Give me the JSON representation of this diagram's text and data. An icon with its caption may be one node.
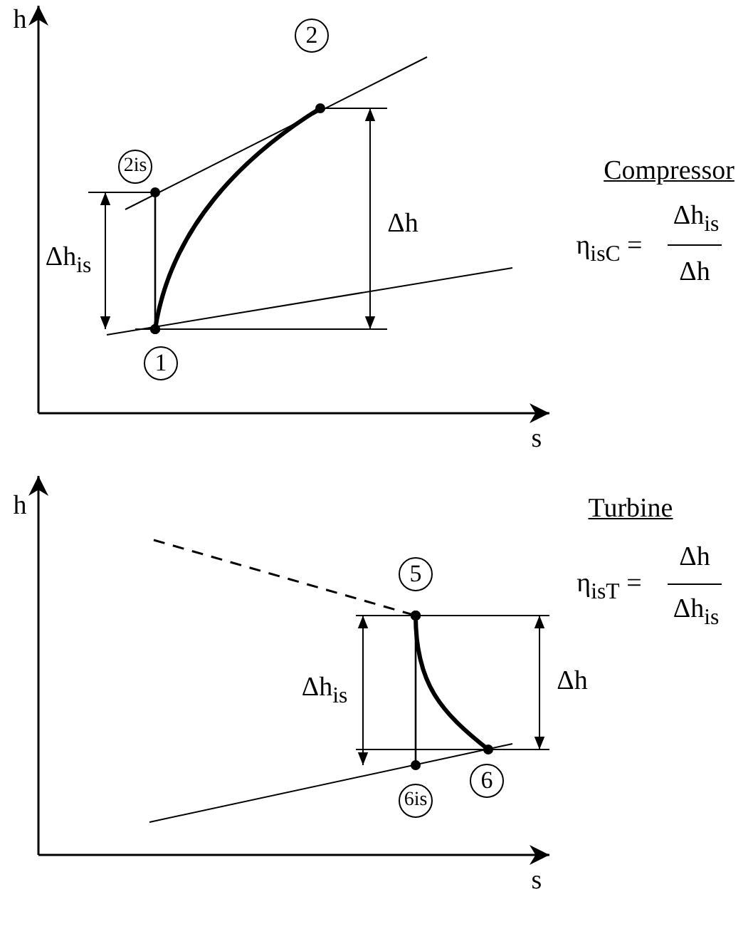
{
  "diagram": {
    "nodes": [
      {
        "text": [
          "2"
        ]
      },
      {
        "text": [
          "2is"
        ]
      },
      {
        "text": [
          "1"
        ]
      },
      {
        "text": [
          "5"
        ]
      },
      {
        "text": [
          "6is"
        ]
      },
      {
        "text": [
          "6"
        ]
      }
    ],
    "edges": [
      {
        "from": 2,
        "to": 0,
        "arrow": "other",
        "style": "thick"
      },
      {
        "from": 2,
        "to": 1,
        "arrow": "other"
      },
      {
        "from": null,
        "to": 3,
        "arrow": "other",
        "style": "dashed"
      },
      {
        "from": 3,
        "to": 5,
        "arrow": "other",
        "style": "thick"
      },
      {
        "from": 3,
        "to": 4,
        "arrow": "other"
      }
    ],
    "labels": [
      "h",
      "Δh$_{is}$",
      "Δh",
      "Compressor",
      "η$_{isC}$ =",
      "Δh$_{is}$",
      "Δh",
      "s",
      "h",
      "Turbine",
      "η$_{isT}$ =",
      "Δh",
      "Δh$_{is}$",
      "Δh$_{is}$",
      "Δh",
      "s"
    ]
  }
}
